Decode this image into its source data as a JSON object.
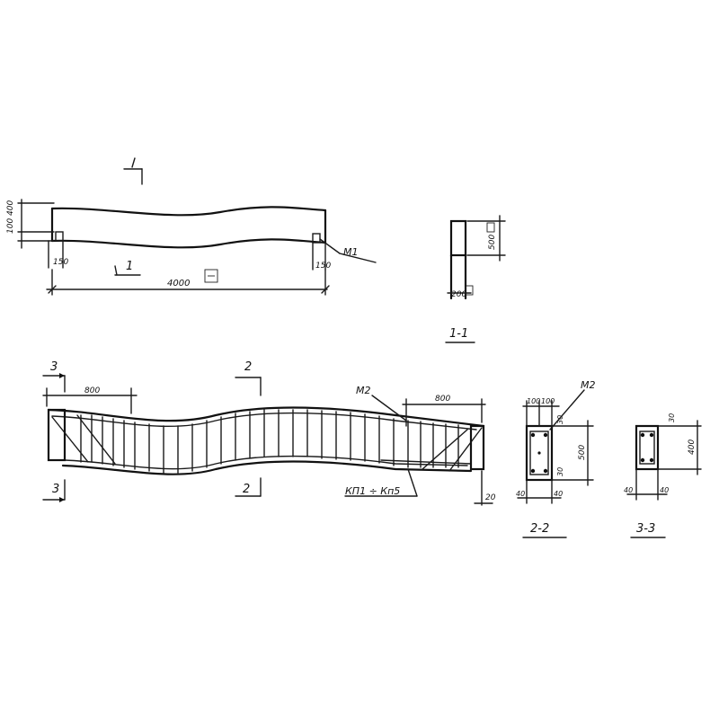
{
  "beam_elevation": {
    "length": "4000",
    "left_heights": [
      "100",
      "400"
    ],
    "support_left": "150",
    "support_right": "150",
    "embedded_part": "М1",
    "section_mark": "1"
  },
  "section_1_1": {
    "title": "1-1",
    "height": "500",
    "width": "200"
  },
  "reinforcement": {
    "section_mark_3": "3",
    "section_mark_2": "2",
    "left_zone": "800",
    "right_zone": "800",
    "embedded_part": "М2",
    "frames": "КП1 ÷ Кп5",
    "cover": "20"
  },
  "section_2_2": {
    "title": "2-2",
    "embedded_part": "М2",
    "top_widths": [
      "100",
      "100"
    ],
    "height": "500",
    "top_cover": "30",
    "bottom_cover": "30",
    "side_covers": [
      "40",
      "40"
    ]
  },
  "section_3_3": {
    "title": "3-3",
    "height": "400",
    "top_cover": "30",
    "side_covers": [
      "40",
      "40"
    ]
  }
}
